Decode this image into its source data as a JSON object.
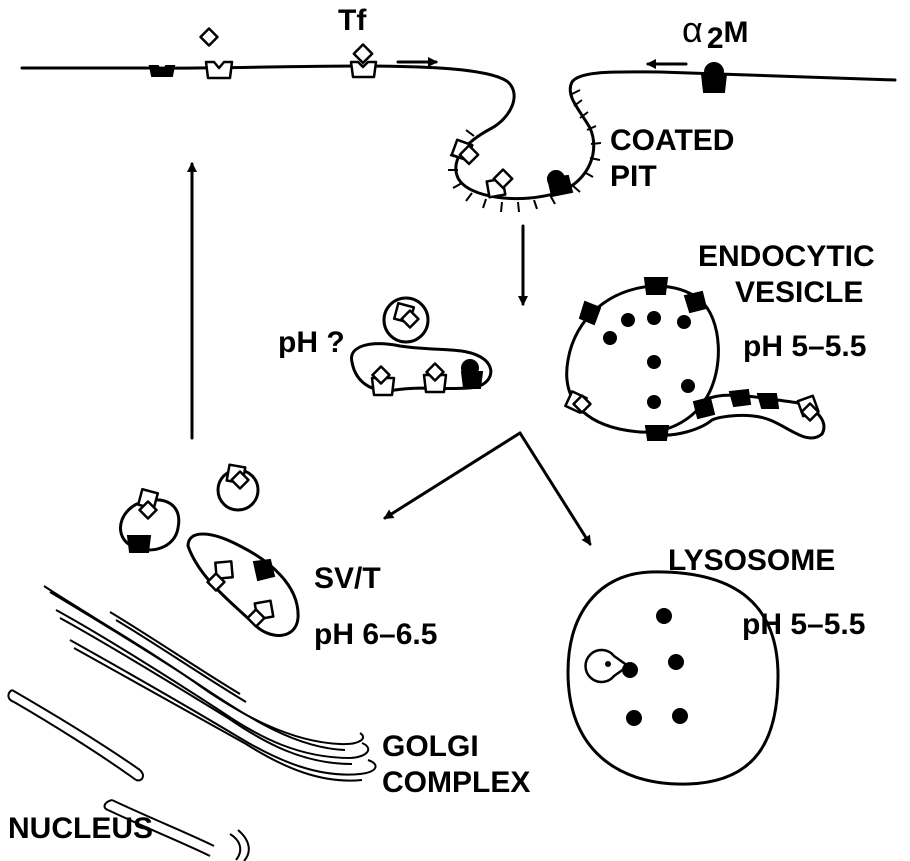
{
  "labels": {
    "tf": "Tf",
    "a2m_alpha": "α",
    "a2m_sub": "2",
    "a2m_m": "M",
    "coated_pit_1": "COATED",
    "coated_pit_2": "PIT",
    "endocytic_1": "ENDOCYTIC",
    "endocytic_2": "VESICLE",
    "endocytic_ph": "pH 5–5.5",
    "unknown_ph": "pH ?",
    "svt": "SV/T",
    "svt_ph": "pH 6–6.5",
    "lysosome": "LYSOSOME",
    "lysosome_ph": "pH 5–5.5",
    "golgi_1": "GOLGI",
    "golgi_2": "COMPLEX",
    "nucleus": "NUCLEUS"
  },
  "colors": {
    "ink": "#000000",
    "background": "#ffffff"
  },
  "icons": {
    "transferrin": "open-diamond",
    "alpha2m": "filled-circle",
    "receptor_tf": "open-cup-receptor",
    "receptor_a2m": "filled-cup-receptor",
    "pacman": "pacman-lysosomal-enzyme"
  }
}
